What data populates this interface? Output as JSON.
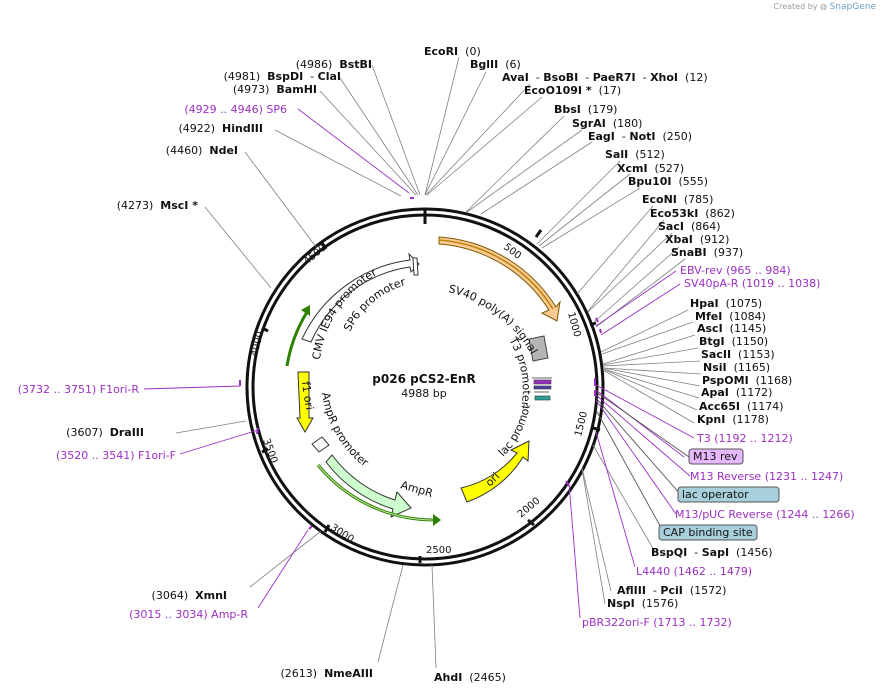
{
  "credit": {
    "prefix": "Created by",
    "brand": "SnapGene"
  },
  "plasmid": {
    "name": "p026 pCS2-EnR",
    "size": "4988 bp"
  },
  "colors": {
    "site": "#111111",
    "primer": "#9b2fc3",
    "feature_line": "#555555",
    "yellow": "#ffff00",
    "green_fill": "#ccffcc",
    "orange_fill": "#ffc993",
    "ori": "#ffff00"
  },
  "ticks": [
    "500",
    "1000",
    "1500",
    "2000",
    "2500",
    "3000",
    "3500",
    "4000",
    "4500"
  ],
  "sites": [
    {
      "id": "ecori",
      "parts": [
        [
          "EcoRI",
          true
        ],
        [
          "  (0)",
          false
        ]
      ]
    },
    {
      "id": "bglii",
      "parts": [
        [
          "BglII",
          true
        ],
        [
          "  (6)",
          false
        ]
      ]
    },
    {
      "id": "avai",
      "parts": [
        [
          "AvaI",
          true
        ],
        [
          "  - ",
          false
        ],
        [
          "BsoBI",
          true
        ],
        [
          "  - ",
          false
        ],
        [
          "PaeR7I",
          true
        ],
        [
          "  - ",
          false
        ],
        [
          "XhoI",
          true
        ],
        [
          "  (12)",
          false
        ]
      ]
    },
    {
      "id": "ecoo109i",
      "parts": [
        [
          "EcoO109I *",
          true
        ],
        [
          "  (17)",
          false
        ]
      ]
    },
    {
      "id": "bbsi",
      "parts": [
        [
          "BbsI",
          true
        ],
        [
          "  (179)",
          false
        ]
      ]
    },
    {
      "id": "sgrai",
      "parts": [
        [
          "SgrAI",
          true
        ],
        [
          "  (180)",
          false
        ]
      ]
    },
    {
      "id": "eagi",
      "parts": [
        [
          "EagI",
          true
        ],
        [
          "  - ",
          false
        ],
        [
          "NotI",
          true
        ],
        [
          "  (250)",
          false
        ]
      ]
    },
    {
      "id": "sali",
      "parts": [
        [
          "SalI",
          true
        ],
        [
          "  (512)",
          false
        ]
      ]
    },
    {
      "id": "xcmi",
      "parts": [
        [
          "XcmI",
          true
        ],
        [
          "  (527)",
          false
        ]
      ]
    },
    {
      "id": "bpu10i",
      "parts": [
        [
          "Bpu10I",
          true
        ],
        [
          "  (555)",
          false
        ]
      ]
    },
    {
      "id": "econi",
      "parts": [
        [
          "EcoNI",
          true
        ],
        [
          "  (785)",
          false
        ]
      ]
    },
    {
      "id": "eco53ki",
      "parts": [
        [
          "Eco53kI",
          true
        ],
        [
          "  (862)",
          false
        ]
      ]
    },
    {
      "id": "saci",
      "parts": [
        [
          "SacI",
          true
        ],
        [
          "  (864)",
          false
        ]
      ]
    },
    {
      "id": "xbai",
      "parts": [
        [
          "XbaI",
          true
        ],
        [
          "  (912)",
          false
        ]
      ]
    },
    {
      "id": "snabi",
      "parts": [
        [
          "SnaBI",
          true
        ],
        [
          "  (937)",
          false
        ]
      ]
    },
    {
      "id": "hpai",
      "parts": [
        [
          "HpaI",
          true
        ],
        [
          "  (1075)",
          false
        ]
      ]
    },
    {
      "id": "mfei",
      "parts": [
        [
          "MfeI",
          true
        ],
        [
          "  (1084)",
          false
        ]
      ]
    },
    {
      "id": "asci",
      "parts": [
        [
          "AscI",
          true
        ],
        [
          "  (1145)",
          false
        ]
      ]
    },
    {
      "id": "btgi",
      "parts": [
        [
          "BtgI",
          true
        ],
        [
          "  (1150)",
          false
        ]
      ]
    },
    {
      "id": "sacii",
      "parts": [
        [
          "SacII",
          true
        ],
        [
          "  (1153)",
          false
        ]
      ]
    },
    {
      "id": "nsii",
      "parts": [
        [
          "NsiI",
          true
        ],
        [
          "  (1165)",
          false
        ]
      ]
    },
    {
      "id": "pspomi",
      "parts": [
        [
          "PspOMI",
          true
        ],
        [
          "  (1168)",
          false
        ]
      ]
    },
    {
      "id": "apai",
      "parts": [
        [
          "ApaI",
          true
        ],
        [
          "  (1172)",
          false
        ]
      ]
    },
    {
      "id": "acc65i",
      "parts": [
        [
          "Acc65I",
          true
        ],
        [
          "  (1174)",
          false
        ]
      ]
    },
    {
      "id": "kpni",
      "parts": [
        [
          "KpnI",
          true
        ],
        [
          "  (1178)",
          false
        ]
      ]
    },
    {
      "id": "bspqi",
      "parts": [
        [
          "BspQI",
          true
        ],
        [
          "  - ",
          false
        ],
        [
          "SapI",
          true
        ],
        [
          "  (1456)",
          false
        ]
      ]
    },
    {
      "id": "afliii",
      "parts": [
        [
          "AflIII",
          true
        ],
        [
          "  - ",
          false
        ],
        [
          "PciI",
          true
        ],
        [
          "  (1572)",
          false
        ]
      ]
    },
    {
      "id": "nspi",
      "parts": [
        [
          "NspI",
          true
        ],
        [
          "  (1576)",
          false
        ]
      ]
    },
    {
      "id": "ahdi",
      "parts": [
        [
          "AhdI",
          true
        ],
        [
          "  (2465)",
          false
        ]
      ]
    },
    {
      "id": "nmeaiii",
      "parts": [
        [
          "(2613)  ",
          false
        ],
        [
          "NmeAIII",
          true
        ]
      ]
    },
    {
      "id": "xmni",
      "parts": [
        [
          "(3064)  ",
          false
        ],
        [
          "XmnI",
          true
        ]
      ]
    },
    {
      "id": "draiii",
      "parts": [
        [
          "(3607)  ",
          false
        ],
        [
          "DraIII",
          true
        ]
      ]
    },
    {
      "id": "msci",
      "parts": [
        [
          "(4273)  ",
          false
        ],
        [
          "MscI *",
          true
        ]
      ]
    },
    {
      "id": "ndei",
      "parts": [
        [
          "(4460)  ",
          false
        ],
        [
          "NdeI",
          true
        ]
      ]
    },
    {
      "id": "hindiii",
      "parts": [
        [
          "(4922)  ",
          false
        ],
        [
          "HindIII",
          true
        ]
      ]
    },
    {
      "id": "bamhi",
      "parts": [
        [
          "(4973)  ",
          false
        ],
        [
          "BamHI",
          true
        ]
      ]
    },
    {
      "id": "bspdi",
      "parts": [
        [
          "(4981)  ",
          false
        ],
        [
          "BspDI",
          true
        ],
        [
          "  - ",
          false
        ],
        [
          "ClaI",
          true
        ]
      ]
    },
    {
      "id": "bstbi",
      "parts": [
        [
          "(4986)  ",
          false
        ],
        [
          "BstBI",
          true
        ]
      ]
    }
  ],
  "primers": [
    {
      "id": "ebv",
      "text": "EBV-rev    (965 .. 984)"
    },
    {
      "id": "sv40pa",
      "text": "SV40pA-R    (1019 .. 1038)"
    },
    {
      "id": "t3",
      "text": "T3    (1192 .. 1212)"
    },
    {
      "id": "m13rev",
      "text": "M13 rev"
    },
    {
      "id": "m13reverse",
      "text": "M13 Reverse    (1231 .. 1247)"
    },
    {
      "id": "lacop",
      "text": "lac operator"
    },
    {
      "id": "m13puc",
      "text": "M13/pUC Reverse    (1244 .. 1266)"
    },
    {
      "id": "cap",
      "text": "CAP binding site"
    },
    {
      "id": "l4440",
      "text": "L4440    (1462 .. 1479)"
    },
    {
      "id": "pbr322",
      "text": "pBR322ori-F    (1713 .. 1732)"
    },
    {
      "id": "ampr",
      "text": "(3015 .. 3034)  Amp-R"
    },
    {
      "id": "f1orif",
      "text": "(3520 .. 3541)  F1ori-F"
    },
    {
      "id": "f1orir",
      "text": "(3732 .. 3751)  F1ori-R"
    },
    {
      "id": "sp6",
      "text": "(4929 .. 4946)  SP6"
    }
  ],
  "features": {
    "sv40": "SV40 poly(A) signal",
    "t3promoter": "T3 promoter",
    "lacpromoter": "lac promoter",
    "ori": "ori",
    "ampr": "AmpR",
    "amprpromoter": "AmpR promoter",
    "f1ori": "f1 ori",
    "cmv": "CMV IE94 promoter",
    "sp6promoter": "SP6 promoter"
  }
}
